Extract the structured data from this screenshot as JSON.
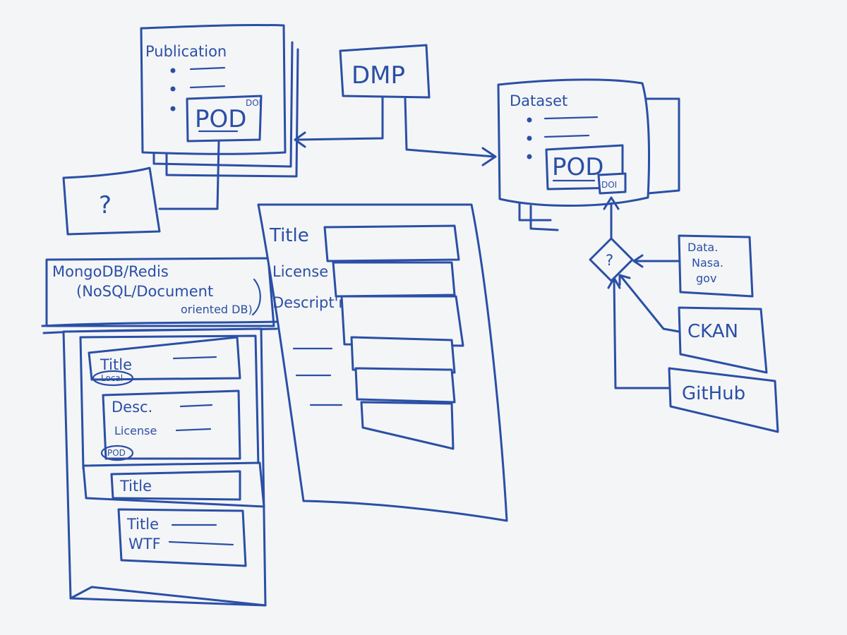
{
  "colors": {
    "ink": "#2a4fa6",
    "board": "#f4f5f6"
  },
  "publication": {
    "title": "Publication",
    "pod": "POD",
    "doi": "DOI"
  },
  "dmp": {
    "label": "DMP"
  },
  "dataset": {
    "title": "Dataset",
    "pod": "POD",
    "doi": "DOI"
  },
  "unknown_box": {
    "label": "?"
  },
  "decision": {
    "label": "?"
  },
  "sources": {
    "data_nasa": [
      "Data.",
      "Nasa.",
      "gov"
    ],
    "ckan": "CKAN",
    "github": "GitHub"
  },
  "database": {
    "line1": "MongoDB/Redis",
    "line2": "(NoSQL/Document",
    "line3": "oriented DB)",
    "card1": {
      "title": "Title",
      "circle": "Local"
    },
    "card2": {
      "desc": "Desc.",
      "license": "License",
      "circle": "POD"
    },
    "card3": {
      "title": "Title"
    },
    "card4": {
      "title": "Title",
      "wtf": "WTF"
    }
  },
  "form": {
    "title": "Title",
    "license": "License",
    "description": "Descript'n"
  }
}
